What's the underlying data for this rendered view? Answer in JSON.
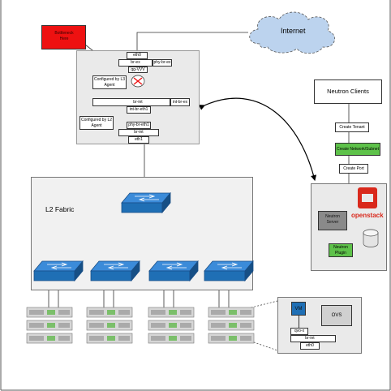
{
  "internet": {
    "label": "Internet"
  },
  "bottleneck": {
    "label": "Bottleneck\nHere"
  },
  "network_node": {
    "eth0": "eth0",
    "br_ex": "br-ex",
    "phy_br_ex": "phy-br-ex",
    "qg": "qg-VVV",
    "configured_l3": "Configured by L3\nAgent",
    "br_int": "br-int",
    "int_br_ex": "int-br-ex",
    "int_br_eth1": "int-br-eth1",
    "configured_l2": "Configured by L2\nAgent",
    "phy_br_eth1": "phy-br-eth1",
    "br_int2": "br-int",
    "eth1": "eth1"
  },
  "neutron_clients": {
    "title": "Neutron Clients",
    "create_tenant": "Create Tenant",
    "create_network": "Create Network/Subnet",
    "create_port": "Create Port"
  },
  "neutron_server": {
    "server_label": "Neutron\nServer",
    "plugin_label": "Neutron\nPlugin",
    "openstack_label": "openstack"
  },
  "fabric": {
    "label": "L2 Fabric"
  },
  "compute_detail": {
    "vm": "VM",
    "ovs": "OVS",
    "qvo": "qvo-x",
    "br_int": "br-int",
    "eth0": "eth0"
  },
  "colors": {
    "red": "#ee1111",
    "green": "#5ec24a",
    "switch_blue": "#1f6fb5",
    "cloud": "#bcd3ee",
    "panel_gray": "#eaeaea",
    "openstack_red": "#d9291c"
  }
}
